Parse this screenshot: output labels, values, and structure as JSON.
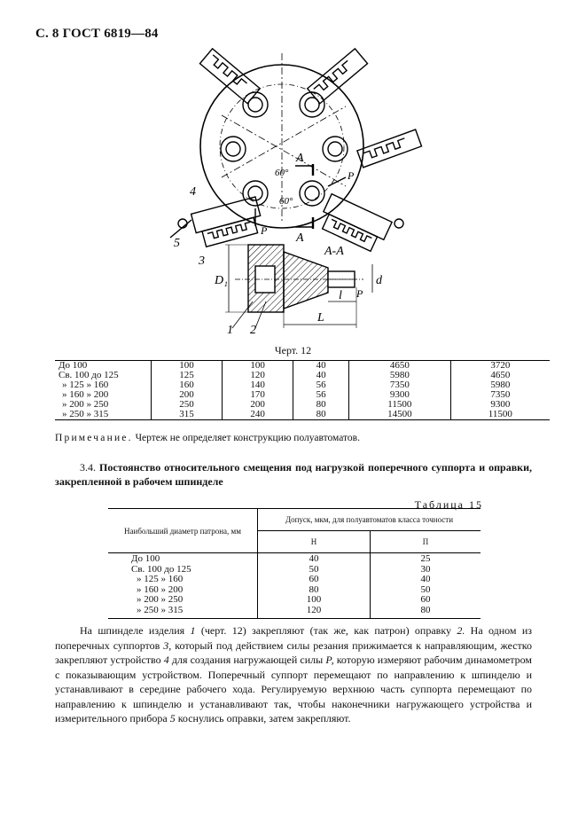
{
  "page_header": "С. 8 ГОСТ 6819—84",
  "drawing": {
    "labels": {
      "A_top": "А",
      "A_bottom": "А",
      "section": "А-А",
      "angle1": "60°",
      "angle2": "60°",
      "P1": "Р",
      "P2": "Р",
      "P3": "Р",
      "n1": "1",
      "n2": "2",
      "n3": "3",
      "n4": "4",
      "n5": "5",
      "D1": "D₁",
      "d": "d",
      "l": "l",
      "L": "L"
    }
  },
  "caption": "Черт. 12",
  "table_prev": {
    "rows": [
      {
        "label": "До 100",
        "v": [
          "100",
          "100",
          "40",
          "4650",
          "3720"
        ]
      },
      {
        "label": "Св. 100 до 125",
        "v": [
          "125",
          "120",
          "40",
          "5980",
          "4650"
        ]
      },
      {
        "label": "» 125 » 160",
        "v": [
          "160",
          "140",
          "56",
          "7350",
          "5980"
        ]
      },
      {
        "label": "» 160 » 200",
        "v": [
          "200",
          "170",
          "56",
          "9300",
          "7350"
        ]
      },
      {
        "label": "» 200 » 250",
        "v": [
          "250",
          "200",
          "80",
          "11500",
          "9300"
        ]
      },
      {
        "label": "» 250 » 315",
        "v": [
          "315",
          "240",
          "80",
          "14500",
          "11500"
        ]
      }
    ]
  },
  "note": {
    "label": "Примечание.",
    "text": " Чертеж не определяет конструкцию полуавтоматов."
  },
  "section": {
    "number": "3.4.",
    "title": "Постоянство относительного смещения под нагрузкой поперечного суппорта и оправки, закрепленной в рабочем шпинделе"
  },
  "table15": {
    "label": "Таблица 15",
    "col_a_header": "Наибольший диаметр патрона, мм",
    "group_header": "Допуск, мкм, для полуавтоматов класса точности",
    "sub_headers": [
      "Н",
      "П"
    ],
    "rows": [
      "До 100",
      "Св. 100 до 125",
      "» 125 » 160",
      "» 160 » 200",
      "» 200 » 250",
      "» 250 » 315"
    ],
    "col_n": [
      "40",
      "50",
      "60",
      "80",
      "100",
      "120"
    ],
    "col_p": [
      "25",
      "30",
      "40",
      "50",
      "60",
      "80"
    ]
  },
  "body": {
    "p1": "На шпинделе изделия ",
    "i1": "1",
    "p2": " (черт. 12) закрепляют (так же, как патрон) оправку ",
    "i2": "2.",
    "p3": " На одном из поперечных суппортов ",
    "i3": "3,",
    "p4": " который под действием силы резания прижимается к направляющим, жестко закрепляют устройство ",
    "i4": "4",
    "p5": " для создания нагружающей силы ",
    "i5": "Р,",
    "p6": " которую измеряют рабочим динамометром с показывающим устройством. Поперечный суппорт перемещают по направлению к шпинделю и устанавливают в середине рабочего хода. Регулируемую верхнюю часть суппорта перемещают по направлению к шпинделю и устанавливают так, чтобы наконечники нагружающего устройства и измерительного прибора ",
    "i6": "5",
    "p7": " коснулись оправки, затем закрепляют."
  }
}
